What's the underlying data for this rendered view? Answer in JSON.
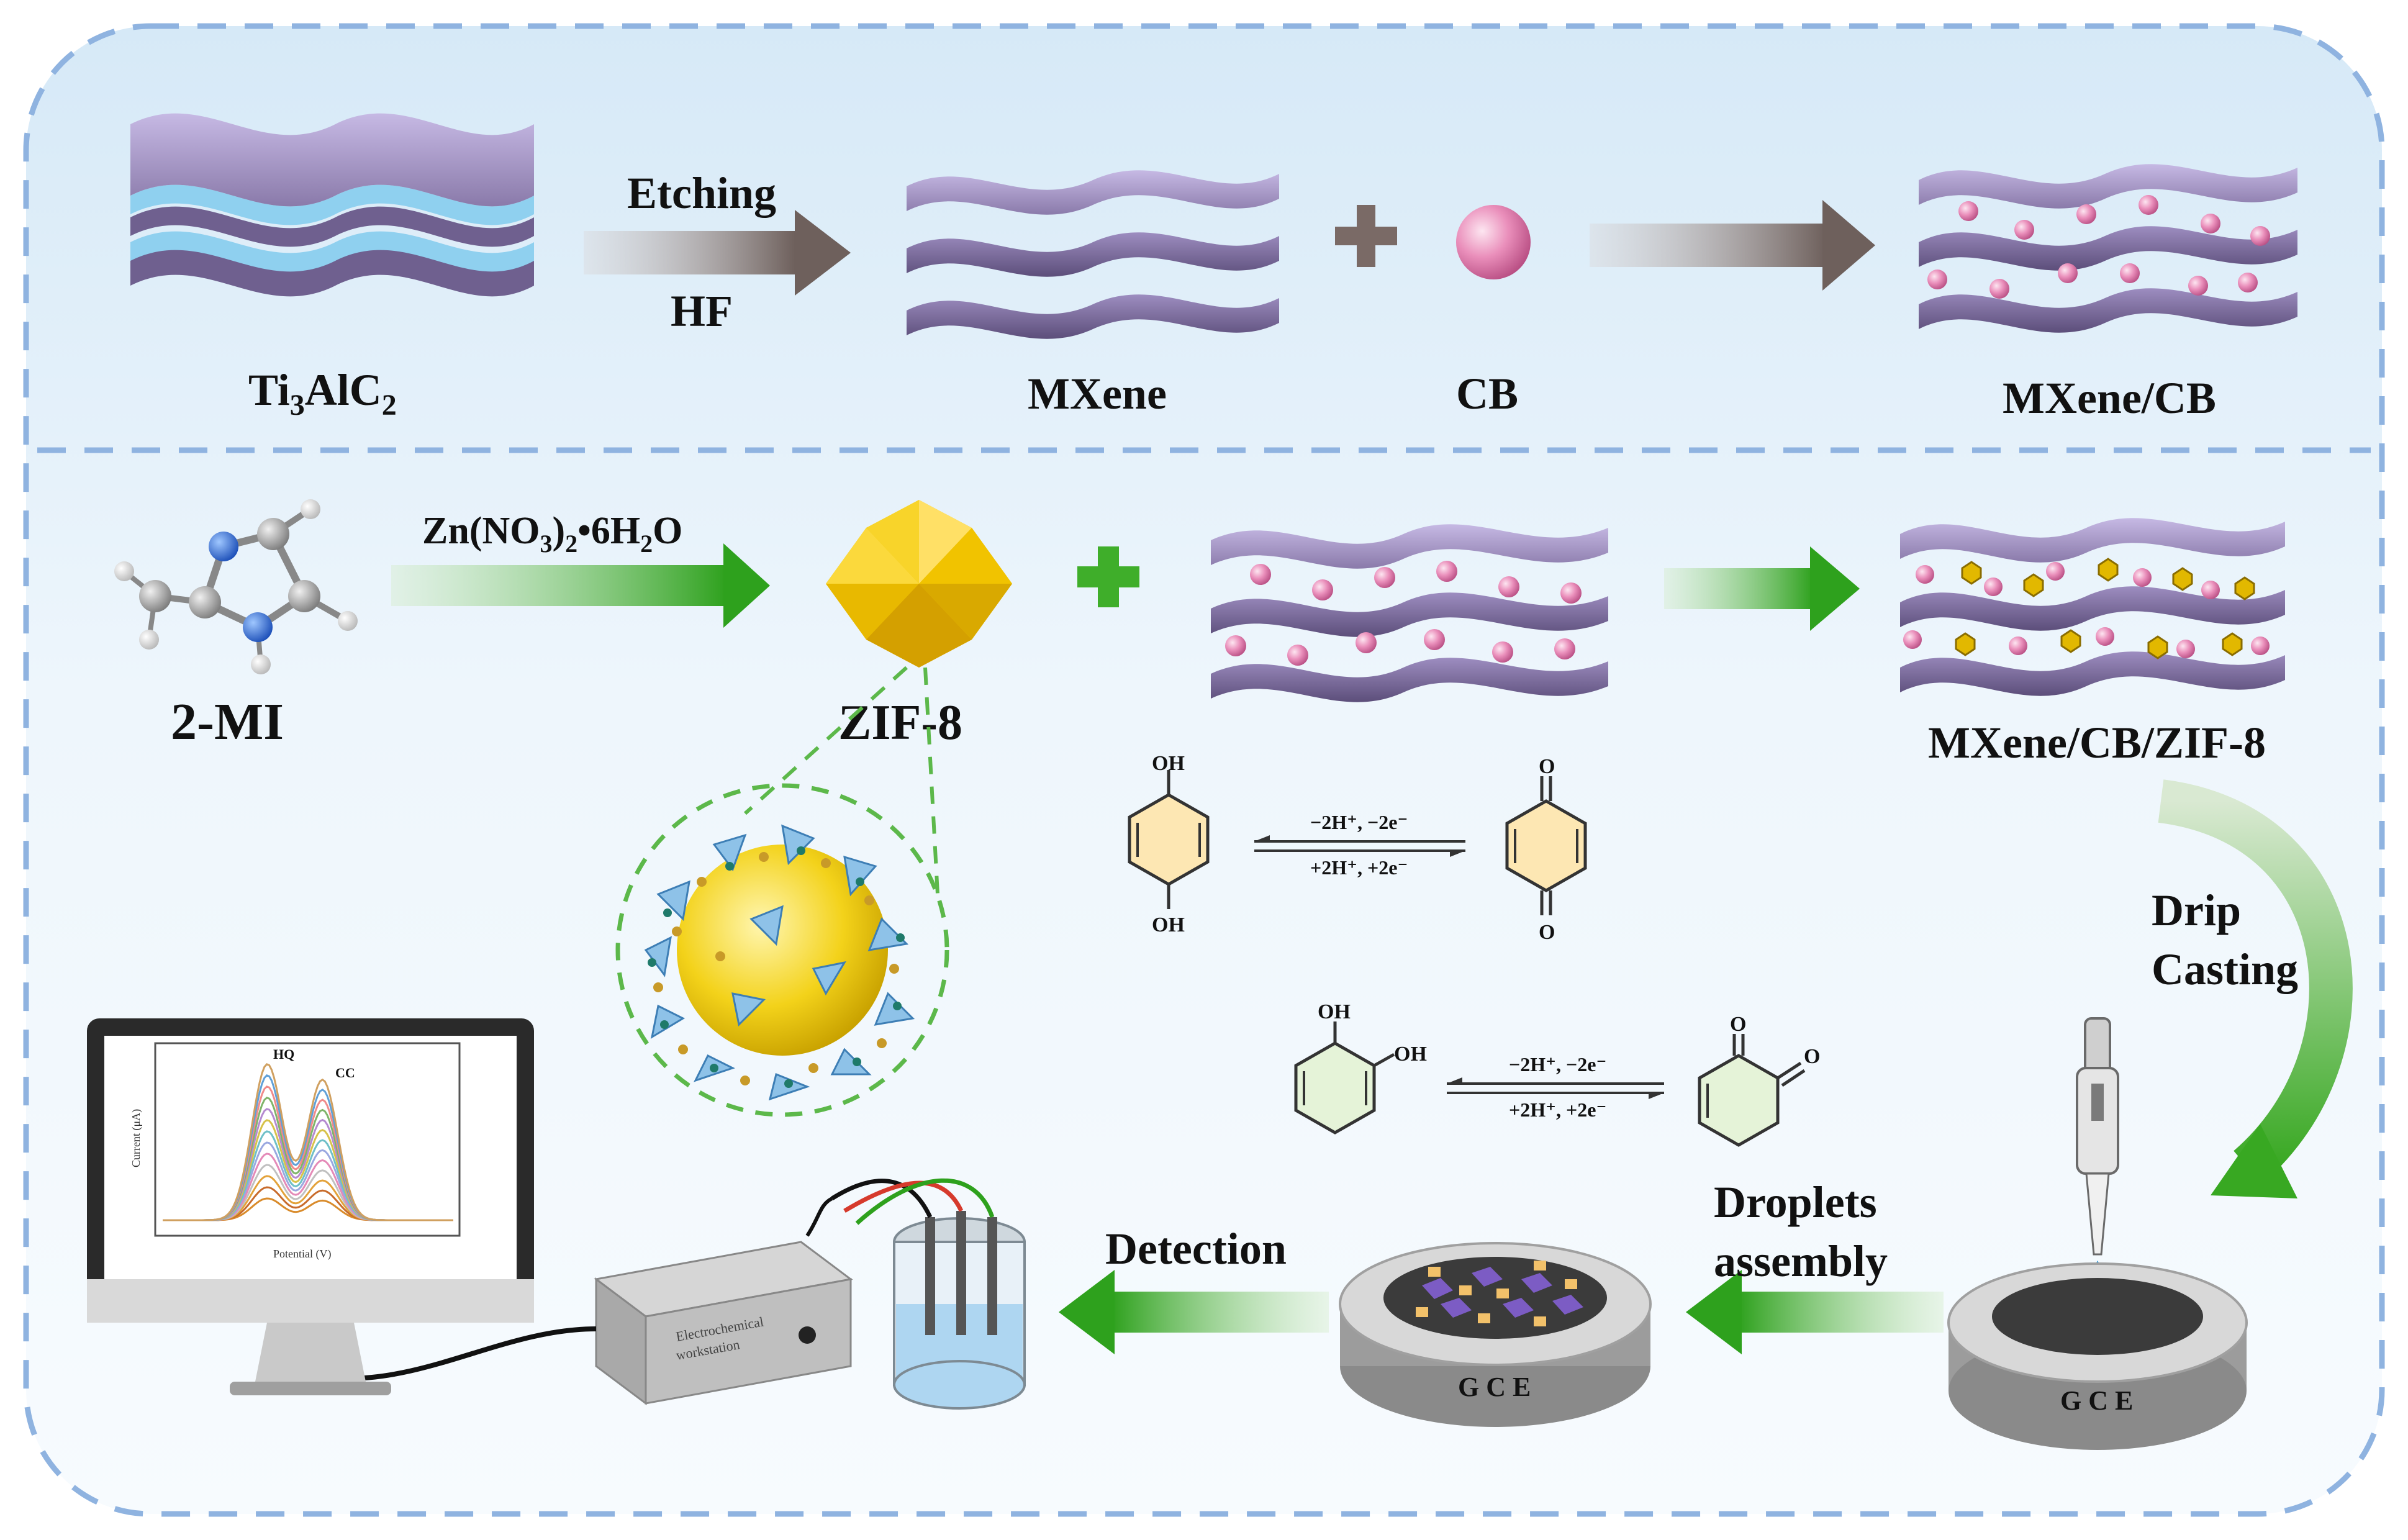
{
  "section_top": {
    "precursor_label": "Ti",
    "precursor_sub1": "3",
    "precursor_mid": "AlC",
    "precursor_sub2": "2",
    "etching_label": "Etching",
    "hf_label": "HF",
    "mxene_label": "MXene",
    "cb_label": "CB",
    "product_label": "MXene/CB"
  },
  "section_mid": {
    "ligand_label": "2-MI",
    "reagent_main": "Zn(NO",
    "reagent_sub1": "3",
    "reagent_paren": ")",
    "reagent_sub2": "2",
    "reagent_dot": "•6H",
    "reagent_sub3": "2",
    "reagent_end": "O",
    "zif_label": "ZIF-8",
    "composite_label": "MXene/CB/ZIF-8"
  },
  "reactions": {
    "hq_top": "OH",
    "hq_bottom": "OH",
    "hq_forward": "−2H⁺, −2e⁻",
    "hq_reverse": "+2H⁺, +2e⁻",
    "bq_top": "O",
    "bq_bottom": "O",
    "cc_oh1": "OH",
    "cc_oh2": "OH",
    "cc_forward": "−2H⁺, −2e⁻",
    "cc_reverse": "+2H⁺, +2e⁻",
    "oq_o1": "O",
    "oq_o2": "O"
  },
  "section_bottom": {
    "drip_line1": "Drip",
    "drip_line2": "Casting",
    "droplets_line1": "Droplets",
    "droplets_line2": "assembly",
    "detection_label": "Detection",
    "gce_label_1": "G C E",
    "gce_label_2": "G C E",
    "workstation_line1": "Electrochemical",
    "workstation_line2": "workstation"
  },
  "monitor_plot": {
    "peak_label_1": "HQ",
    "peak_label_2": "CC",
    "ylabel": "Current (μA)",
    "xlabel": "Potential (V)"
  },
  "colors": {
    "border_dash": "#8fb3e0",
    "bg_top": "#dcecf8",
    "bg_bottom": "#f4f9fd",
    "sheet_purple": "#7e6e9e",
    "sheet_light": "#b8a9d8",
    "cb_pink": "#e886b4",
    "zif_yellow": "#f4c700",
    "arrow_grey": "#7a6a66",
    "arrow_green": "#3fae2a",
    "hq_ring": "#f2b94c",
    "cc_ring": "#9bc57a"
  }
}
